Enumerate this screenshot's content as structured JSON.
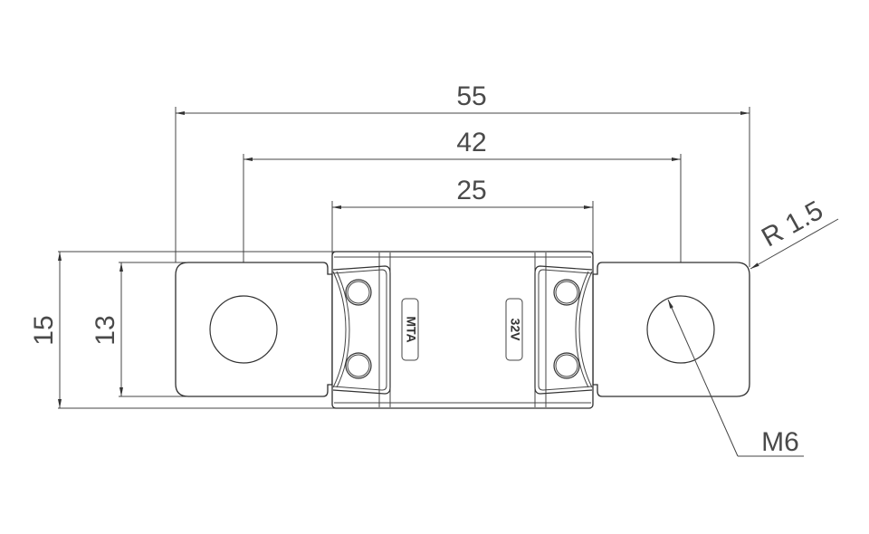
{
  "diagram": {
    "type": "technical-drawing",
    "subject": "MTA 32V bolt-down fuse (top view)",
    "line_color": "#333333",
    "text_color": "#4a4a4a",
    "background": "#ffffff",
    "dimensions": {
      "overall_length": "55",
      "hole_center_distance": "42",
      "body_length": "25",
      "overall_height": "15",
      "terminal_height": "13",
      "corner_radius": "R 1.5",
      "bolt_hole": "M6"
    },
    "body_labels": {
      "brand": "MTA",
      "voltage": "32V"
    }
  }
}
